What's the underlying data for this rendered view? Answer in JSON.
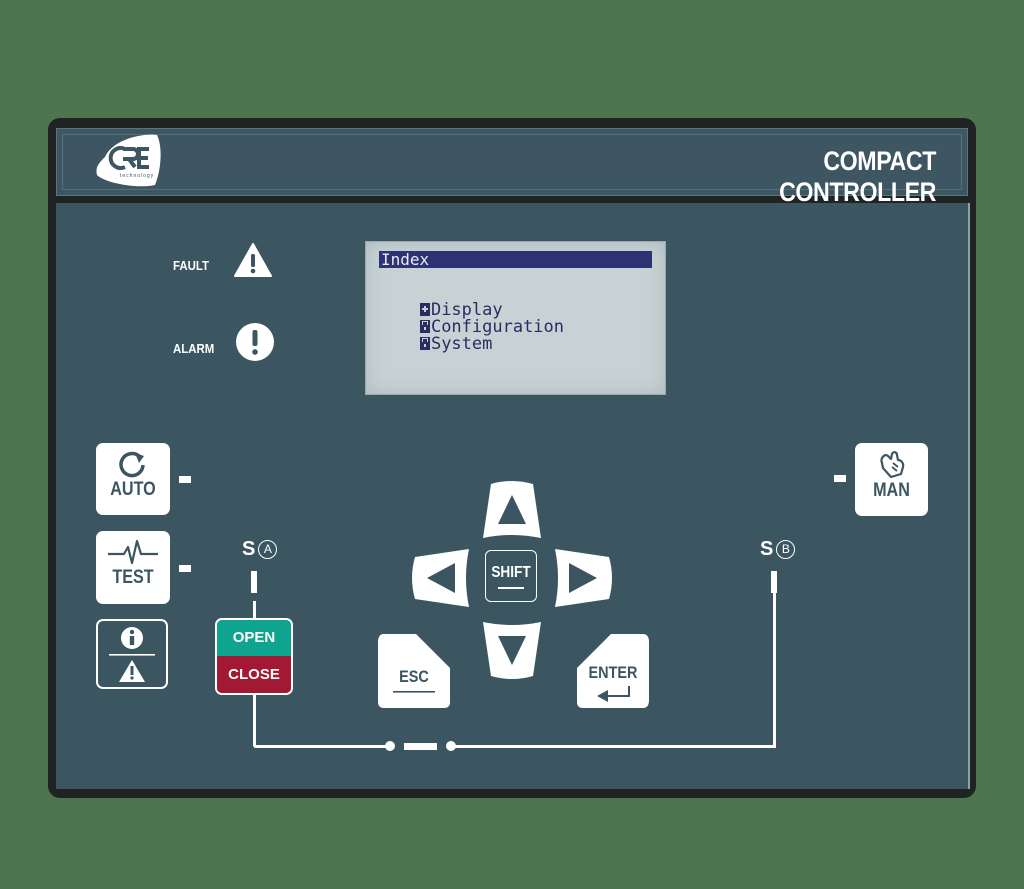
{
  "device": {
    "brand": "CRE",
    "brand_sub": "technology",
    "title": "COMPACT CONTROLLER"
  },
  "indicators": {
    "fault_label": "FAULT",
    "alarm_label": "ALARM"
  },
  "lcd": {
    "header": "Index",
    "items": [
      {
        "icon": "plus-box-icon",
        "label": "Display"
      },
      {
        "icon": "lock-icon",
        "label": "Configuration"
      },
      {
        "icon": "lock-icon",
        "label": "System"
      }
    ],
    "colors": {
      "background": "#c7d2d4",
      "header_bg": "#2f3272",
      "text": "#2a2d62"
    }
  },
  "mode_buttons": {
    "auto": "AUTO",
    "test": "TEST",
    "man": "MAN"
  },
  "breakers": {
    "a_label": "S",
    "a_circle": "A",
    "b_label": "S",
    "b_circle": "B",
    "open_label": "OPEN",
    "close_label": "CLOSE"
  },
  "nav": {
    "shift": "SHIFT",
    "esc": "ESC",
    "enter": "ENTER"
  },
  "colors": {
    "panel": "#3b5661",
    "open": "#0fa48f",
    "close": "#a31832",
    "background": "#4d7550"
  }
}
